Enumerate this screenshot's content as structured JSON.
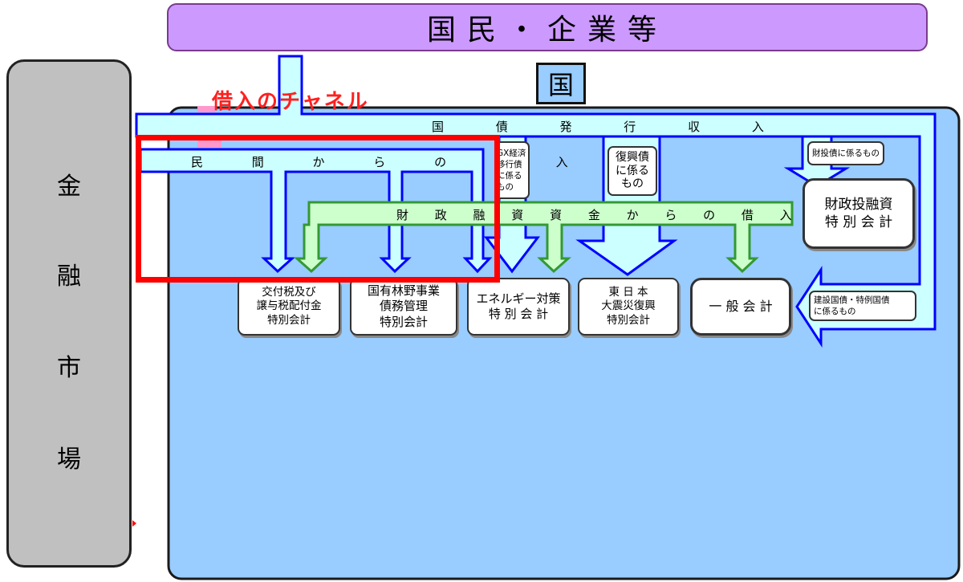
{
  "top_banner": {
    "label": "国民・企業等"
  },
  "market": {
    "chars": [
      "金",
      "融",
      "市",
      "場"
    ]
  },
  "country_box": {
    "label": "国"
  },
  "channel_label": "借入のチャネル",
  "bands": {
    "bond_revenue": "国 債 発 行 収 入",
    "private_borrowing": "民 間 か ら の 借 入",
    "filp_borrowing": "財 政 融 資 資 金 か ら の 借 入"
  },
  "notes": {
    "gx": [
      "GX経済",
      "移行債",
      "に係る",
      "もの"
    ],
    "reconstruction": [
      "復興債",
      "に係る",
      "もの"
    ],
    "filp_bonds": [
      "財投債に係るもの"
    ],
    "construction": [
      "建設国債・特例国債",
      "に係るもの"
    ]
  },
  "accounts": {
    "kofuzei": [
      "交付税及び",
      "譲与税配付金",
      "特別会計"
    ],
    "forest": [
      "国有林野事業",
      "債務管理",
      "特別会計"
    ],
    "energy": [
      "エネルギー対策",
      "特 別 会 計"
    ],
    "earthquake": [
      "東 日 本",
      "大震災復興",
      "特別会計"
    ],
    "general": [
      "一 般 会 計"
    ],
    "filp": [
      "財政投融資",
      "特 別 会 計"
    ]
  },
  "colors": {
    "background_panel": "#99ccff",
    "band_fill": "#ccffff",
    "band_stroke": "#0000ff",
    "green_fill": "#ccffcc",
    "green_stroke": "#339933",
    "highlight": "#ff0000",
    "banner": "#cc99ff"
  }
}
